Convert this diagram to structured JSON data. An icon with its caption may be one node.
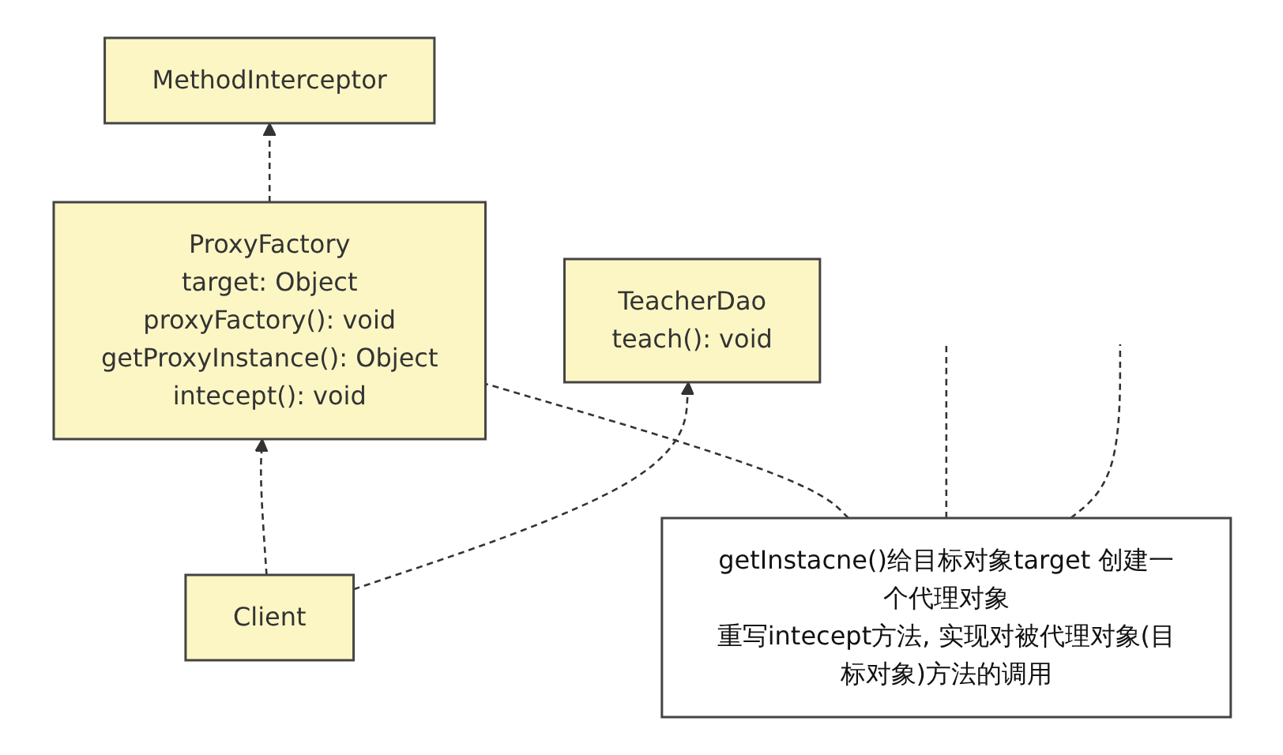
{
  "diagram": {
    "nodes": [
      {
        "text": [
          "MethodInterceptor"
        ]
      },
      {
        "text": [
          "ProxyFactory",
          "target: Object",
          "proxyFactory(): void",
          "getProxyInstance(): Object",
          "intecept(): void"
        ]
      },
      {
        "text": [
          "getInstacne()给目标对象target 创建一个代理对象",
          "重写intecept方法, 实现对被代理对象(目标对象)方法的调用"
        ]
      },
      {
        "text": [
          "TeacherDao",
          "teach(): void"
        ]
      },
      {
        "text": [
          "Client"
        ]
      }
    ],
    "edges": [
      {
        "from": 1,
        "to": 0,
        "arrow": "to",
        "style": "dashed"
      },
      {
        "from": 2,
        "to": 1,
        "arrow": "none",
        "style": "dashed"
      },
      {
        "from": 2,
        "to": null,
        "arrow": "none",
        "style": "dashed"
      },
      {
        "from": 2,
        "to": null,
        "arrow": "none",
        "style": "dashed"
      },
      {
        "from": 4,
        "to": 1,
        "arrow": "to",
        "style": "dashed"
      },
      {
        "from": 4,
        "to": 3,
        "arrow": "to",
        "style": "dashed"
      }
    ]
  }
}
